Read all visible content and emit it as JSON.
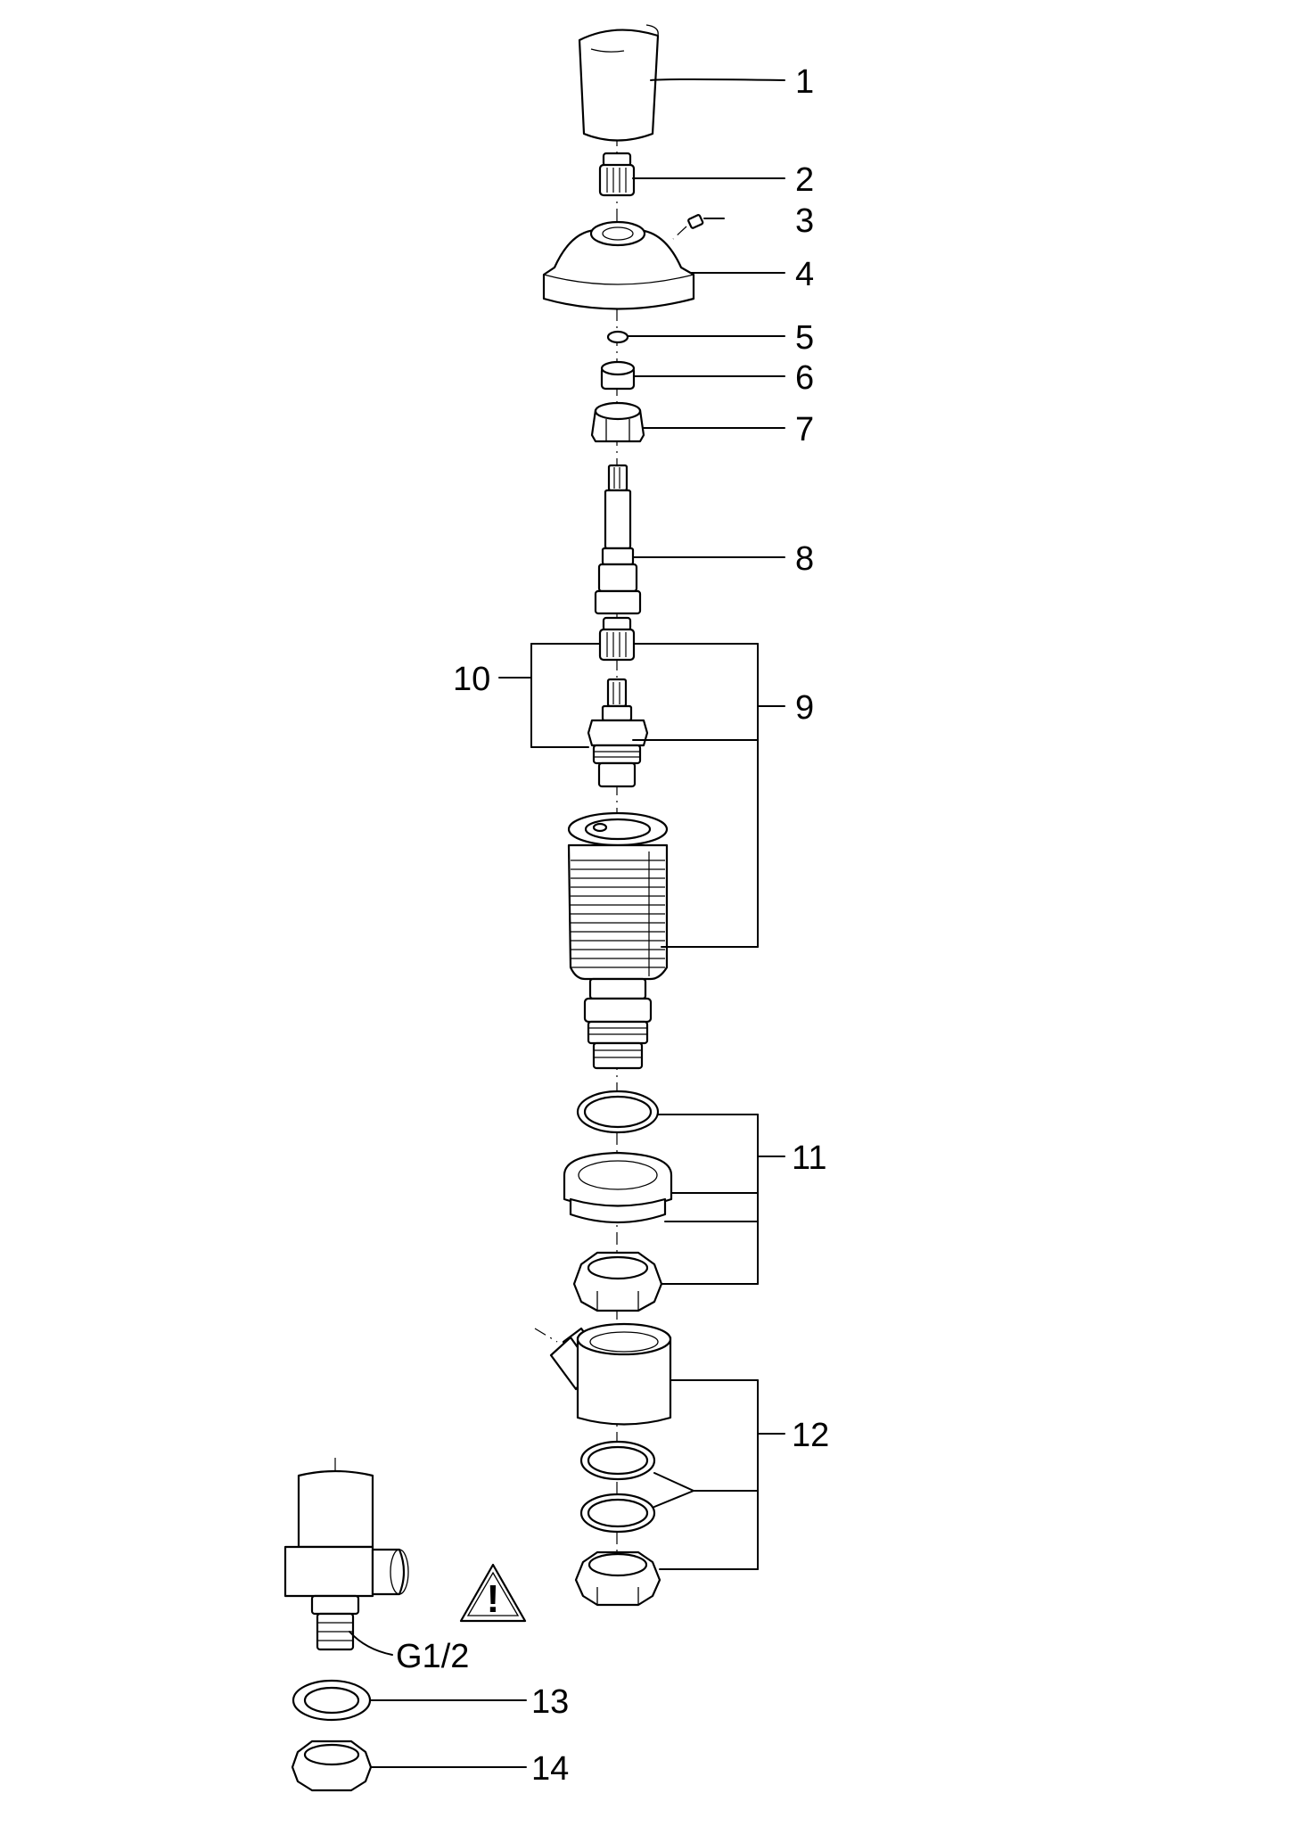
{
  "labels": {
    "p1": "1",
    "p2": "2",
    "p3": "3",
    "p4": "4",
    "p5": "5",
    "p6": "6",
    "p7": "7",
    "p8": "8",
    "p9": "9",
    "p10": "10",
    "p11": "11",
    "p12": "12",
    "p13": "13",
    "p14": "14",
    "thread": "G1/2"
  },
  "warning_symbol": "!",
  "icons": {
    "warning": "warning-triangle-icon"
  },
  "colors": {
    "stroke": "#000000",
    "background": "#ffffff"
  }
}
